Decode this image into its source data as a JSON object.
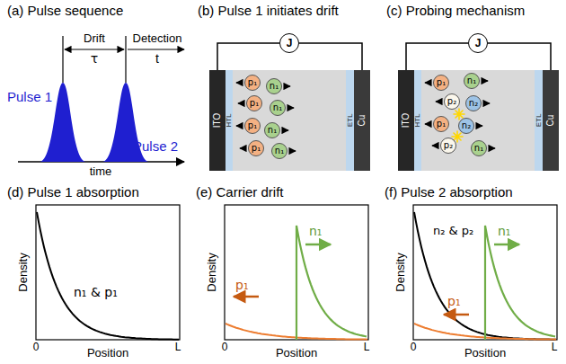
{
  "diagram": {
    "nodes": [
      {
        "text": [
          "ITO"
        ]
      },
      {
        "text": [
          "HTL"
        ]
      },
      {
        "text": [
          "ETL"
        ]
      },
      {
        "text": [
          "Cu"
        ]
      },
      {
        "text": [
          "J"
        ]
      },
      {
        "text": [
          "p₁"
        ]
      },
      {
        "text": [
          "n₁"
        ]
      },
      {
        "text": [
          "p₁"
        ]
      },
      {
        "text": [
          "n₁"
        ]
      },
      {
        "text": [
          "p₁"
        ]
      },
      {
        "text": [
          "n₁"
        ]
      },
      {
        "text": [
          "p₁"
        ]
      },
      {
        "text": [
          "n₁"
        ]
      },
      {
        "text": [
          "ITO"
        ]
      },
      {
        "text": [
          "HTL"
        ]
      },
      {
        "text": [
          "ETL"
        ]
      },
      {
        "text": [
          "Cu"
        ]
      },
      {
        "text": [
          "J"
        ]
      },
      {
        "text": [
          "p₁"
        ]
      },
      {
        "text": [
          "n₁"
        ]
      },
      {
        "text": [
          "p₂"
        ]
      },
      {
        "text": [
          "n₂"
        ]
      },
      {
        "text": [
          "p₁"
        ]
      },
      {
        "text": [
          "n₂"
        ]
      },
      {
        "text": [
          "p₂"
        ]
      },
      {
        "text": [
          "n₁"
        ]
      }
    ],
    "edges": [
      {
        "from": 4,
        "to": 0,
        "arrow": "none"
      },
      {
        "from": 4,
        "to": 3,
        "arrow": "none"
      },
      {
        "from": 17,
        "to": 13,
        "arrow": "none"
      },
      {
        "from": 17,
        "to": 16,
        "arrow": "none"
      }
    ],
    "labels": [
      "(a) Pulse sequence",
      "Drift",
      "Detection",
      "τ",
      "t",
      "Pulse 1",
      "Pulse 2",
      "time",
      "(b) Pulse 1 initiates drift",
      "(c) Probing mechanism",
      "(d) Pulse 1 absorption",
      "Density",
      "Position",
      "0",
      "L",
      "n₁ & p₁",
      "(e) Carrier drift",
      "Density",
      "Position",
      "0",
      "L",
      "n₁",
      "p₁",
      "(f) Pulse 2 absorption",
      "Density",
      "Position",
      "0",
      "L",
      "n₂ & p₂",
      "n₁",
      "p₁"
    ]
  }
}
